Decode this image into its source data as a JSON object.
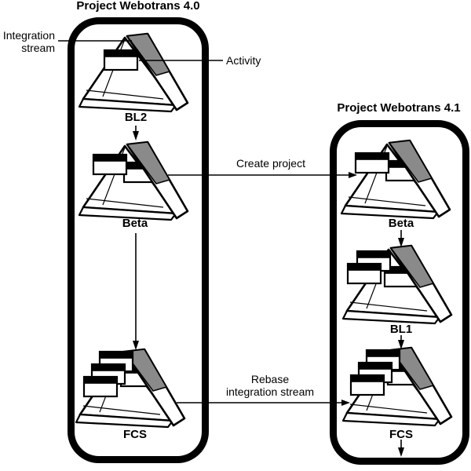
{
  "diagram": {
    "streams": [
      {
        "title": "Project Webotrans 4.0",
        "nodes": [
          {
            "label": "BL2",
            "activity_windows": 1
          },
          {
            "label": "Beta",
            "activity_windows": 2
          },
          {
            "label": "FCS",
            "activity_windows": 4
          }
        ]
      },
      {
        "title": "Project Webotrans 4.1",
        "nodes": [
          {
            "label": "Beta",
            "activity_windows": 2
          },
          {
            "label": "BL1",
            "activity_windows": 3
          },
          {
            "label": "FCS",
            "activity_windows": 4
          }
        ]
      }
    ],
    "callouts": {
      "integration_stream_line1": "Integration",
      "integration_stream_line2": "stream",
      "activity": "Activity"
    },
    "transitions": {
      "create_project": "Create project",
      "rebase_line1": "Rebase",
      "rebase_line2": "integration stream"
    },
    "colors": {
      "band_gray": "#8a8a8a",
      "line_black": "#000000",
      "fill_white": "#ffffff"
    }
  }
}
